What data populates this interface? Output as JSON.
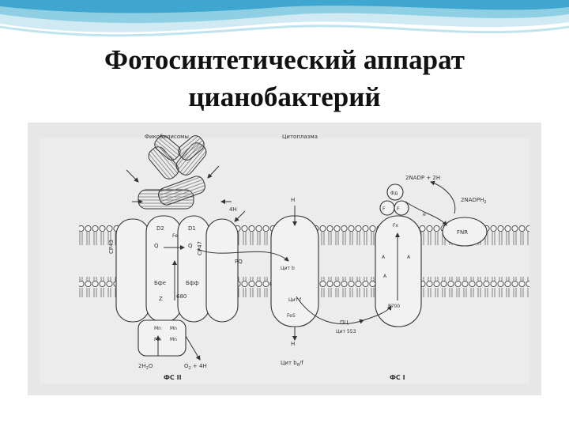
{
  "slide": {
    "title_line1": "Фотосинтетический аппарат",
    "title_line2": "цианобактерий"
  },
  "diagram": {
    "labels": {
      "phycobilisome": "Фикобилисомы",
      "cytoplasm": "Цитоплазма",
      "cp43": "CP43",
      "cp47": "CP47",
      "d2": "D2",
      "d1": "D1",
      "fe": "Fe",
      "qa": "Q",
      "qb": "Q",
      "qa_sub": "A",
      "qb_sub": "B",
      "four_h": "4H",
      "a_sub": "A",
      "bphe": "Бфе",
      "bphe2": "Бфф",
      "z": "Z",
      "p680": "680",
      "mn1": "Mn",
      "mn2": "Mn",
      "mn3": "Mn",
      "mn4": "Mn",
      "h2o": "2H",
      "h2o_sub": "2",
      "h2o_tail": "O",
      "o2": "O",
      "o2_sub": "2",
      "o2_tail": " + 4H",
      "psii": "ФС II",
      "h_top": "H",
      "pq": "PQ",
      "cyt_bf": "Цит b",
      "cyt_f": "Цит f",
      "fes": "FeS",
      "h_bottom": "H",
      "pc": "ПЦ",
      "cyt553": "Цит 553",
      "cyt_b6f": "Цит b",
      "cyt_b6f_sub": "6",
      "cyt_b6f_tail": "/f",
      "nadp_in": "2NADP",
      "nadp_in_tail": " + 2H",
      "nadph": "2NADPH",
      "nadph_sub": "2",
      "fd": "Фд",
      "fa": "F",
      "fb": "F",
      "fa_sub": "A",
      "fb_sub": "B",
      "fx": "Fx",
      "e_minus": "e",
      "fnr": "FNR",
      "a1": "A",
      "a0": "A",
      "a1b": "A",
      "p700": "P700",
      "psi": "ФС I"
    }
  },
  "colors": {
    "background": "#ffffff",
    "wave_light": "#cfeaf3",
    "wave_mid": "#8fcfe4",
    "wave_dark": "#3fa6cf",
    "figure_bg": "#e7e7e7",
    "ink": "#333333"
  }
}
